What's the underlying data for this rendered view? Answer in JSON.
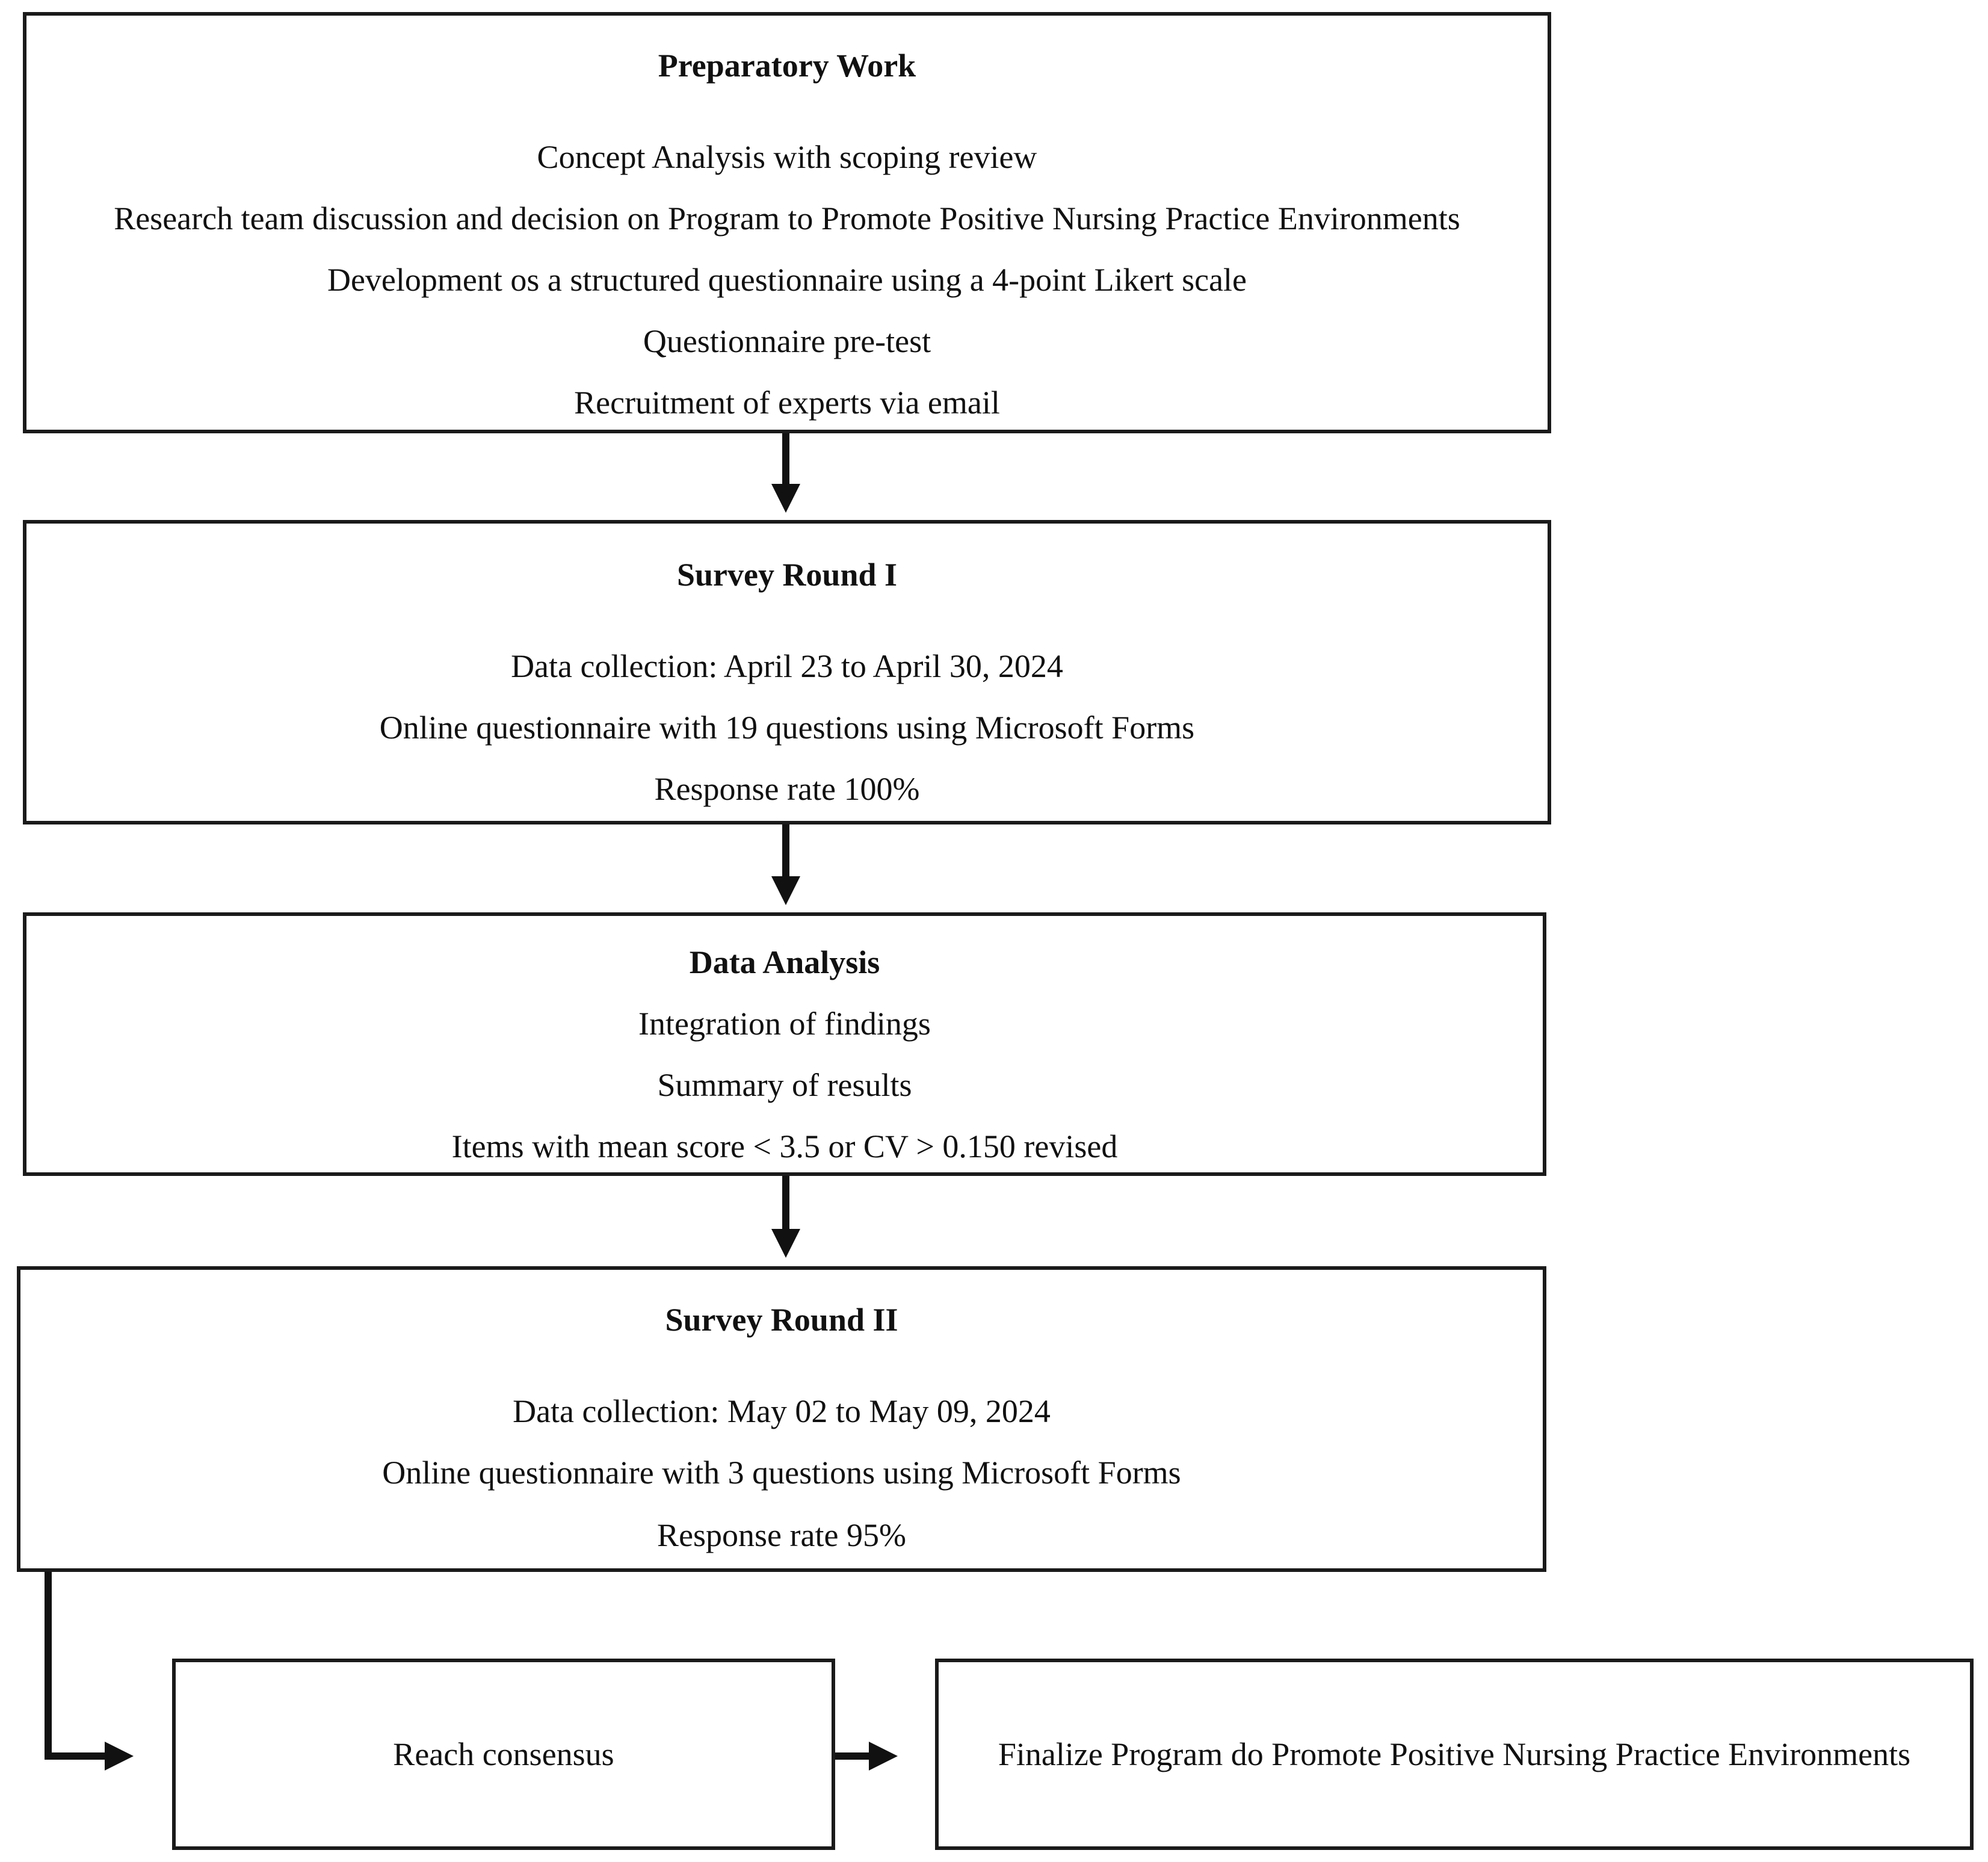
{
  "boxes": {
    "preparatory": {
      "title": "Preparatory Work",
      "lines": [
        "Concept Analysis with scoping review",
        "Research team discussion and decision on Program to Promote Positive Nursing Practice Environments",
        "Development os a structured questionnaire using a 4-point Likert scale",
        "Questionnaire pre-test",
        "Recruitment of experts via email"
      ]
    },
    "round1": {
      "title": "Survey Round I",
      "lines": [
        "Data collection: April 23 to April 30, 2024",
        "Online questionnaire with 19 questions using Microsoft Forms",
        "Response rate 100%"
      ]
    },
    "analysis": {
      "title": "Data Analysis",
      "lines": [
        "Integration of findings",
        "Summary of results",
        "Items with mean score < 3.5 or CV > 0.150 revised"
      ]
    },
    "round2": {
      "title": "Survey Round II",
      "lines": [
        "Data collection: May 02 to May 09, 2024",
        "Online questionnaire with 3 questions using Microsoft Forms",
        "Response rate 95%"
      ]
    },
    "consensus": {
      "label": "Reach consensus"
    },
    "finalize": {
      "label": "Finalize Program do Promote Positive Nursing Practice Environments"
    }
  }
}
